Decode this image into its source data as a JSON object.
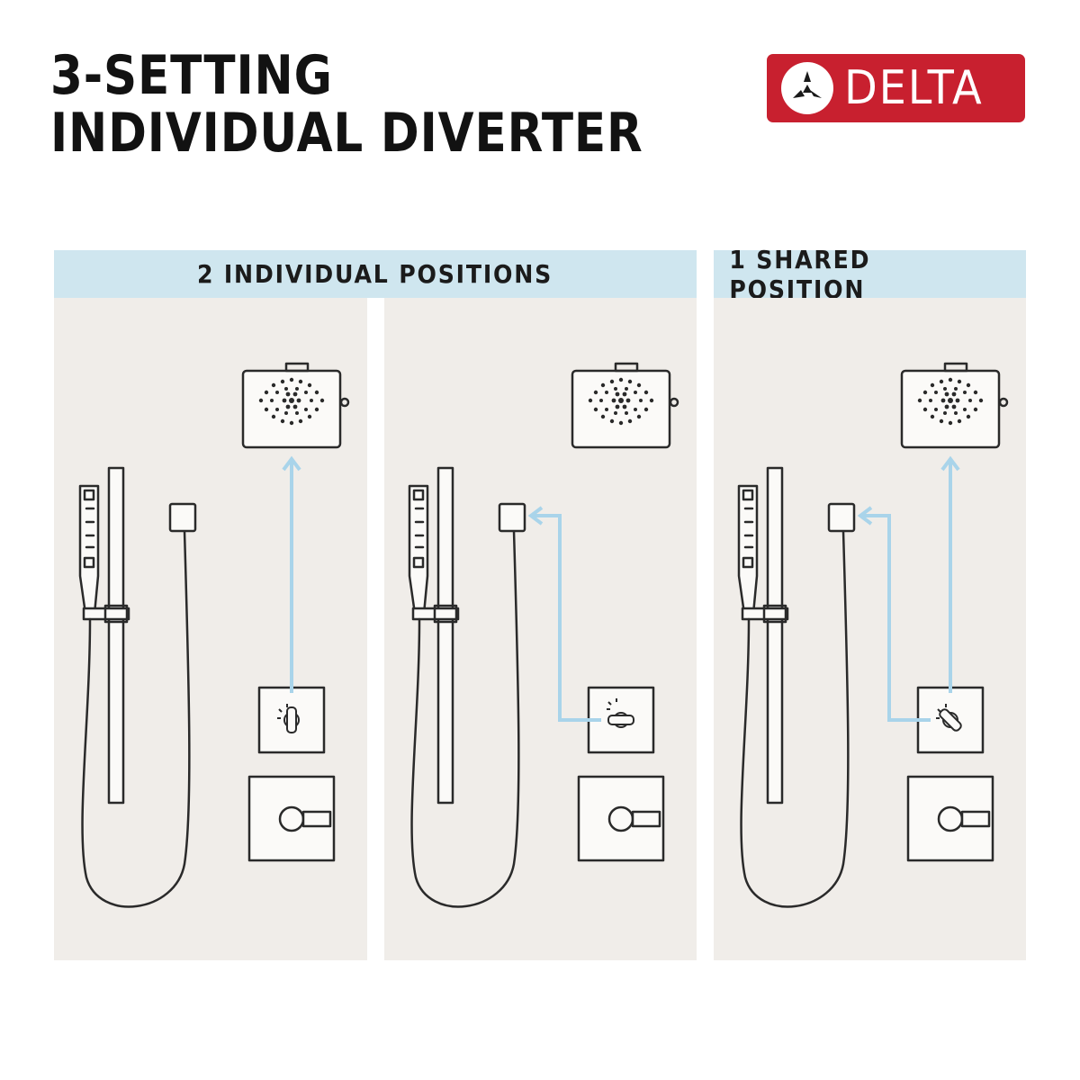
{
  "title": {
    "line1": "3-SETTING",
    "line2": "INDIVIDUAL DIVERTER"
  },
  "brand": {
    "name": "DELTA",
    "color": "#c8202f",
    "icon": "delta-triangle-logo-icon"
  },
  "sections": [
    {
      "label": "2 INDIVIDUAL POSITIONS",
      "panels": 2
    },
    {
      "label": "1 SHARED POSITION",
      "panels": 1
    }
  ],
  "panels": [
    {
      "flow": "diverter to showerhead"
    },
    {
      "flow": "diverter to hand shower"
    },
    {
      "flow": "diverter to showerhead and hand shower"
    }
  ],
  "colors": {
    "header_band": "#cfe6ef",
    "panel_background": "#f0ede9",
    "flow_arrow": "#a9d4ea",
    "line_art": "#2a2a2a"
  }
}
